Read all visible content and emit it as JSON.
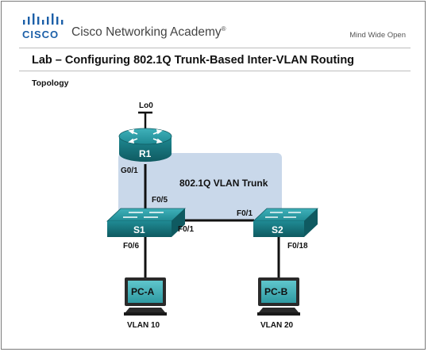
{
  "header": {
    "brand": "CISCO",
    "academy": "Cisco Networking Academy",
    "registered": "®",
    "tagline": "Mind Wide Open"
  },
  "title": "Lab – Configuring 802.1Q Trunk-Based Inter-VLAN Routing",
  "section_heading": "Topology",
  "colors": {
    "device_teal": "#1f8a93",
    "device_dark": "#14646c",
    "trunk_area": "#c9d8ea",
    "link": "#111111",
    "brand_blue": "#1b5fa8"
  },
  "topology": {
    "trunk_label": "802.1Q  VLAN Trunk",
    "router": {
      "name": "R1",
      "loopback": "Lo0",
      "port": "G0/1"
    },
    "switches": [
      {
        "name": "S1",
        "uplink_port": "F0/5",
        "trunk_port": "F0/1",
        "access_port": "F0/6"
      },
      {
        "name": "S2",
        "trunk_port": "F0/1",
        "access_port": "F0/18"
      }
    ],
    "pcs": [
      {
        "name": "PC-A",
        "vlan": "VLAN 10"
      },
      {
        "name": "PC-B",
        "vlan": "VLAN 20"
      }
    ]
  }
}
